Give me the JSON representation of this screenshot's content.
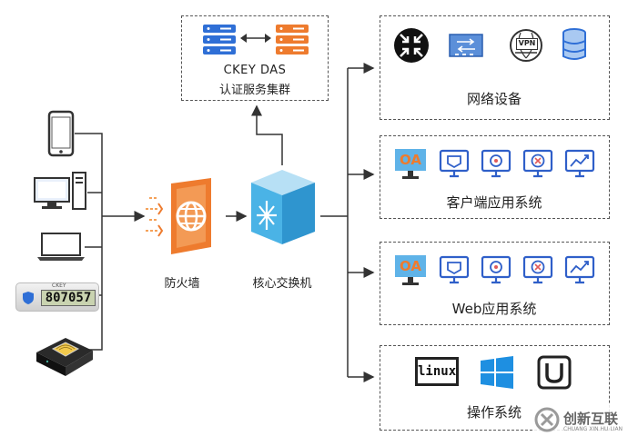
{
  "das": {
    "title": "CKEY DAS",
    "subtitle": "认证服务集群"
  },
  "firewall": {
    "label": "防火墙"
  },
  "core_switch": {
    "label": "核心交换机"
  },
  "groups": {
    "network": {
      "label": "网络设备"
    },
    "client": {
      "label": "客户端应用系统",
      "oa": "OA"
    },
    "web": {
      "label": "Web应用系统",
      "oa": "OA"
    },
    "os": {
      "label": "操作系统",
      "linux": "linux"
    }
  },
  "token": {
    "brand": "CKEY",
    "display": "807057"
  },
  "vpn_text": "VPN",
  "watermark": {
    "name": "创新互联",
    "sub": "CHUANG XIN HU LIAN"
  },
  "colors": {
    "accent": "#2563c9",
    "orange": "#ee7b2e",
    "blue": "#3a86d6",
    "line": "#333333"
  }
}
